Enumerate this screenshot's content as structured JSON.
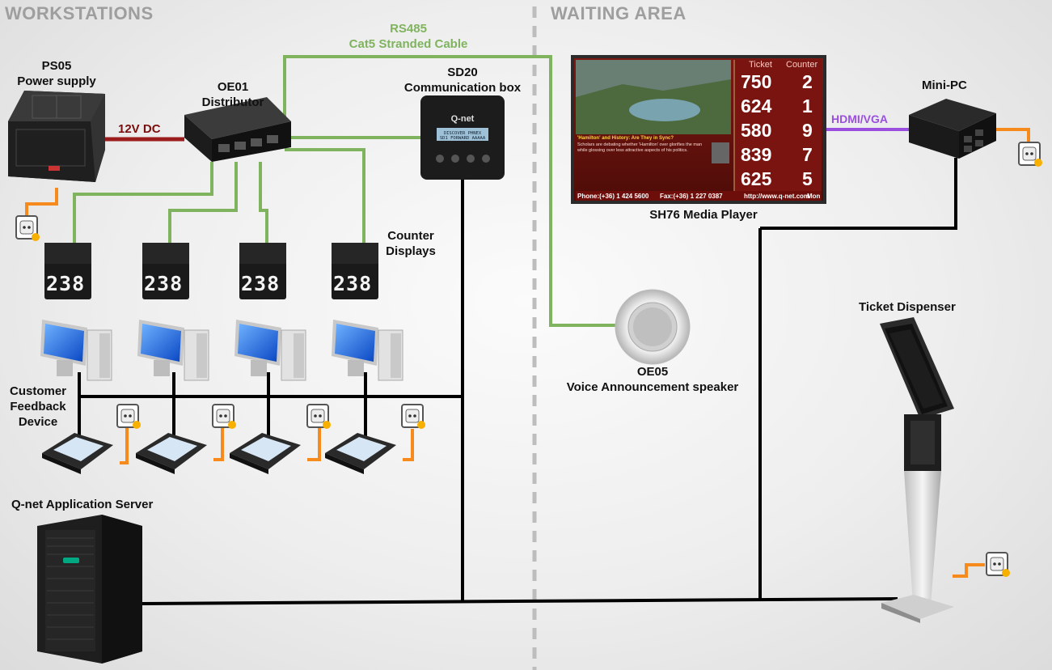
{
  "zones": {
    "workstations": "WORKSTATIONS",
    "waiting_area": "WAITING AREA"
  },
  "labels": {
    "ps05": [
      "PS05",
      "Power supply"
    ],
    "oe01": [
      "OE01",
      "Distributor"
    ],
    "sd20": [
      "SD20",
      "Communication box"
    ],
    "rs485": [
      "RS485",
      "Cat5 Stranded Cable"
    ],
    "dc": "12V DC",
    "counter_displays": [
      "Counter",
      "Displays"
    ],
    "feedback": [
      "Customer",
      "Feedback",
      "Device"
    ],
    "server": "Q-net Application Server",
    "media_player": "SH76 Media Player",
    "mini_pc": "Mini-PC",
    "hdmi": "HDMI/VGA",
    "speaker": [
      "OE05",
      "Voice Announcement speaker"
    ],
    "ticket_dispenser": "Ticket Dispenser"
  },
  "counter_value": "238",
  "media_screen": {
    "header_ticket": "Ticket",
    "header_counter": "Counter",
    "rows": [
      {
        "ticket": "750",
        "counter": "2"
      },
      {
        "ticket": "624",
        "counter": "1"
      },
      {
        "ticket": "580",
        "counter": "9"
      },
      {
        "ticket": "839",
        "counter": "7"
      },
      {
        "ticket": "625",
        "counter": "5"
      }
    ],
    "news_title": "'Hamilton' and History: Are They in Sync?",
    "news_text": "Scholars are debating whether 'Hamilton' over glorifies the man while glossing over less attractive aspects of his politics.",
    "phone": "Phone:(+36) 1 424 5600",
    "fax": "Fax:(+36) 1 227 0387",
    "web": "http://www.q-net.com",
    "day": "Mon"
  },
  "sd20_screen": [
    "DISCOVER PHNEX",
    "SD1 FORWARD AAAAA"
  ],
  "brand": "Q-net",
  "colors": {
    "rs485": "#7fb35e",
    "dc": "#9b1c1c",
    "hdmi": "#9b4fe0",
    "power": "#f78a1d",
    "network": "#000000"
  }
}
